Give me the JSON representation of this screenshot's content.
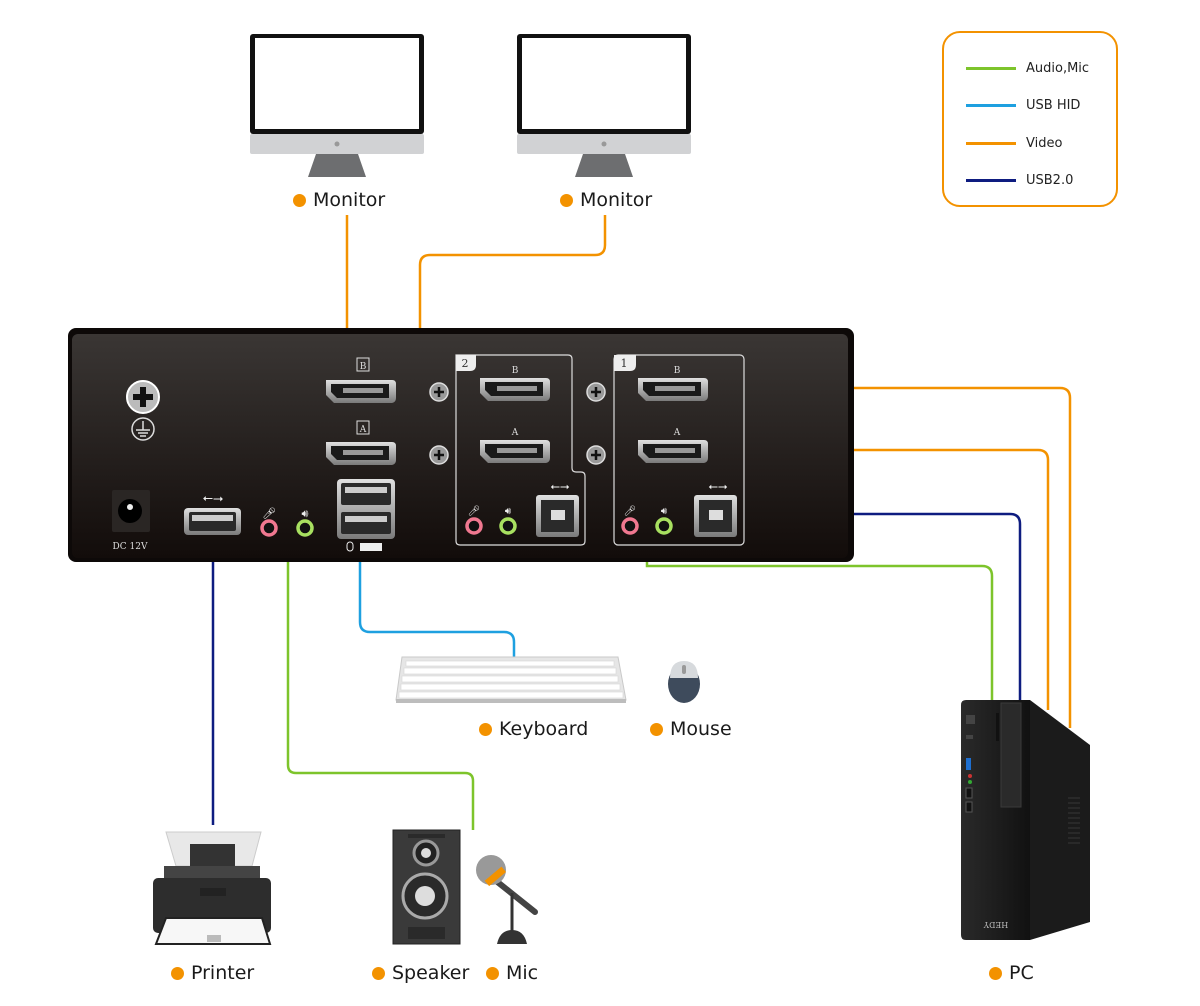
{
  "legend": {
    "items": [
      {
        "label": "Audio,Mic",
        "color": "#7dc42b"
      },
      {
        "label": "USB HID",
        "color": "#1ea0e0"
      },
      {
        "label": "Video",
        "color": "#f39200"
      },
      {
        "label": "USB2.0",
        "color": "#0e1c80"
      }
    ]
  },
  "devices": {
    "monitor1": "Monitor",
    "monitor2": "Monitor",
    "keyboard": "Keyboard",
    "mouse": "Mouse",
    "printer": "Printer",
    "speaker": "Speaker",
    "mic": "Mic",
    "pc": "PC"
  },
  "kvm": {
    "dc_label": "DC  12V",
    "console_port_b": "B",
    "console_port_a": "A",
    "pc2_number": "2",
    "pc1_number": "1",
    "port_b": "B",
    "port_a": "A",
    "pc_brand": "HEDY"
  },
  "colors": {
    "bullet": "#f39200",
    "audio": "#7dc42b",
    "usb_hid": "#1ea0e0",
    "video": "#f39200",
    "usb2": "#0e1c80"
  }
}
